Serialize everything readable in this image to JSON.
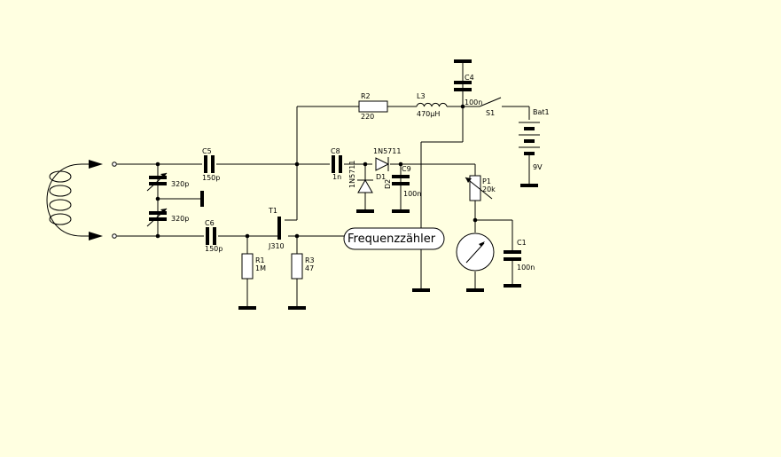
{
  "labels": {
    "r2_ref": "R2",
    "r2_val": "220",
    "l3_ref": "L3",
    "l3_val": "470µH",
    "c4_ref": "C4",
    "c4_val": "100n",
    "s1_ref": "S1",
    "bat_ref": "Bat1",
    "bat_val": "9V",
    "c5_ref": "C5",
    "c5_val": "150p",
    "c6_ref": "C6",
    "c6_val": "150p",
    "c8_ref": "C8",
    "c8_val": "1n",
    "d_top": "1N5711",
    "d_left": "1N5711",
    "d_ref": "D1",
    "d_ref2": "D2",
    "c9_ref": "C9",
    "c9_val": "100n",
    "p1_ref": "P1",
    "p1_val": "20k",
    "var_top_val": "320p",
    "var_bot_val": "320p",
    "t1_ref": "T1",
    "t1_val": "J310",
    "r1_ref": "R1",
    "r1_val": "1M",
    "r3_ref": "R3",
    "r3_val": "47",
    "c1_ref": "C1",
    "c1_val": "100n",
    "freq": "Frequenzzähler"
  }
}
